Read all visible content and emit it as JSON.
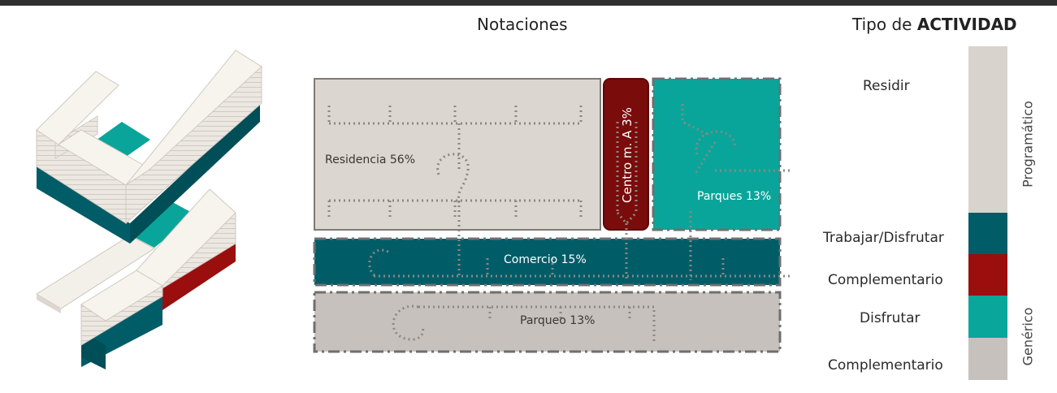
{
  "headings": {
    "notaciones": "Notaciones",
    "tipo_prefix": "Tipo de ",
    "tipo_bold": "ACTIVIDAD"
  },
  "zones": {
    "residencia": "Residencia 56%",
    "centro": "Centro m. A 3%",
    "parques": "Parques 13%",
    "comercio": "Comercio 15%",
    "parqueo": "Parqueo 13%"
  },
  "activity_types": [
    {
      "label": "Residir",
      "color": "#d9d3cd"
    },
    {
      "label": "Trabajar/Disfrutar",
      "color": "#005c66"
    },
    {
      "label": "Complementario",
      "color": "#9a0e0e"
    },
    {
      "label": "Disfrutar",
      "color": "#08a69b"
    },
    {
      "label": "Complementario",
      "color": "#c6c1bc"
    }
  ],
  "groups": {
    "programatico": "Programático",
    "generico": "Genérico"
  },
  "colors": {
    "residencia": "#dcd6d0",
    "centro": "#7a0c0c",
    "parques": "#0aa59a",
    "comercio": "#005d68",
    "parqueo": "#c6c1bc",
    "building_top": "#f7f4ee",
    "building_side": "#e3ded6"
  }
}
